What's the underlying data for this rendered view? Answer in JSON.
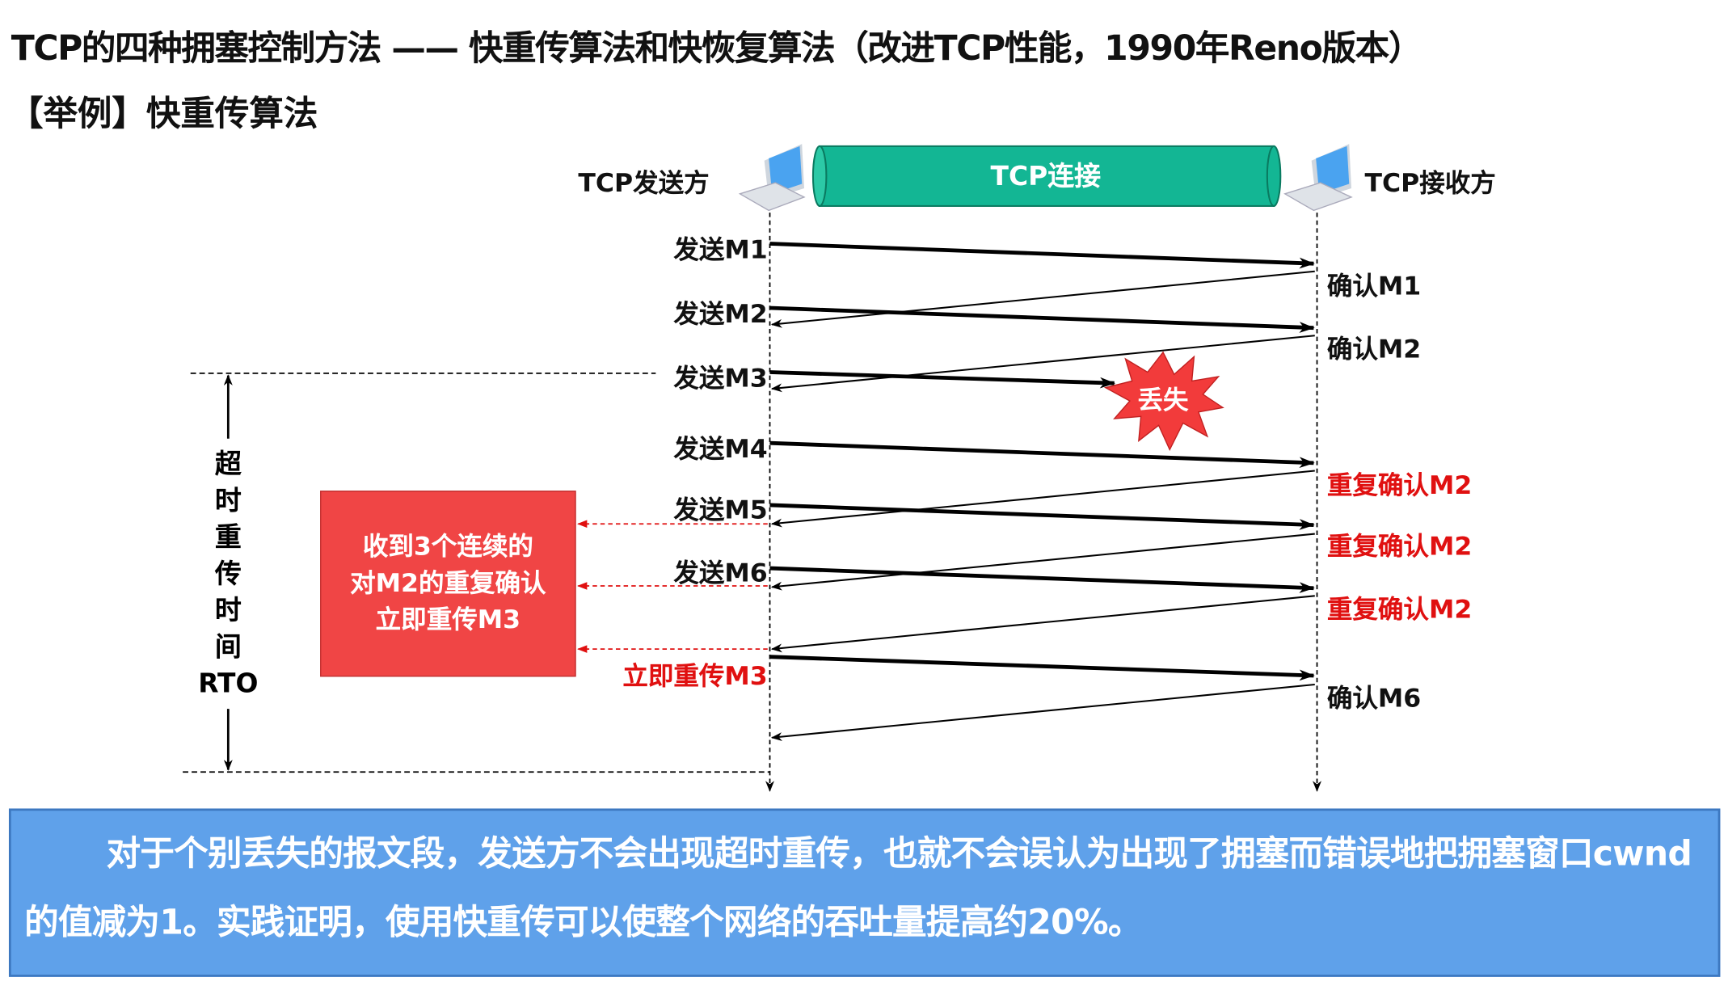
{
  "title": "TCP的四种拥塞控制方法 —— 快重传算法和快恢复算法（改进TCP性能，1990年Reno版本）",
  "subtitle": "【举例】快重传算法",
  "diagram": {
    "sender": "TCP发送方",
    "receiver": "TCP接收方",
    "connection": "TCP连接",
    "send_labels": [
      "发送M1",
      "发送M2",
      "发送M3",
      "发送M4",
      "发送M5",
      "发送M6"
    ],
    "retransmit_label": "立即重传M3",
    "ack_labels": [
      "确认M1",
      "确认M2",
      "重复确认M2",
      "重复确认M2",
      "重复确认M2",
      "确认M6"
    ],
    "lost_label": "丢失",
    "note": "收到3个连续的对M2的重复确认立即重传M3",
    "note_lines": [
      "收到3个连续的",
      "对M2的重复确认",
      "立即重传M3"
    ],
    "rto_chars": [
      "超",
      "时",
      "重",
      "传",
      "时",
      "间"
    ],
    "rto_abbr": "RTO",
    "colors": {
      "pipe": "#13b694",
      "red": "#e01010",
      "box": "#f04545",
      "info": "#5fa1ea"
    }
  },
  "info_text": "对于个别丢失的报文段，发送方不会出现超时重传，也就不会误认为出现了拥塞而错误地把拥塞窗口cwnd的值减为1。实践证明，使用快重传可以使整个网络的吞吐量提高约20%。"
}
